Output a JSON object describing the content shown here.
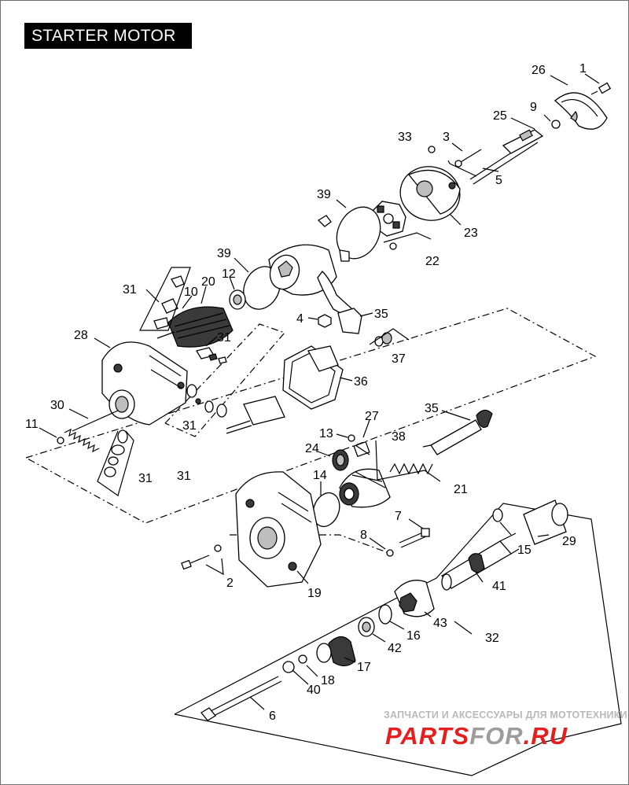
{
  "title": "STARTER MOTOR",
  "footer": {
    "tagline": "ЗАПЧАСТИ И АКСЕССУАРЫ ДЛЯ МОТОТЕХНИКИ",
    "logo_a": "PARTS",
    "logo_b": "FOR",
    "logo_c": ".RU"
  },
  "callouts": [
    "26",
    "1",
    "25",
    "9",
    "33",
    "3",
    "5",
    "39",
    "23",
    "22",
    "39",
    "12",
    "31",
    "10",
    "20",
    "4",
    "35",
    "28",
    "31",
    "37",
    "36",
    "30",
    "11",
    "31",
    "35",
    "27",
    "13",
    "38",
    "24",
    "31",
    "31",
    "14",
    "21",
    "7",
    "8",
    "2",
    "19",
    "15",
    "29",
    "41",
    "43",
    "32",
    "16",
    "42",
    "17",
    "18",
    "40",
    "6"
  ]
}
